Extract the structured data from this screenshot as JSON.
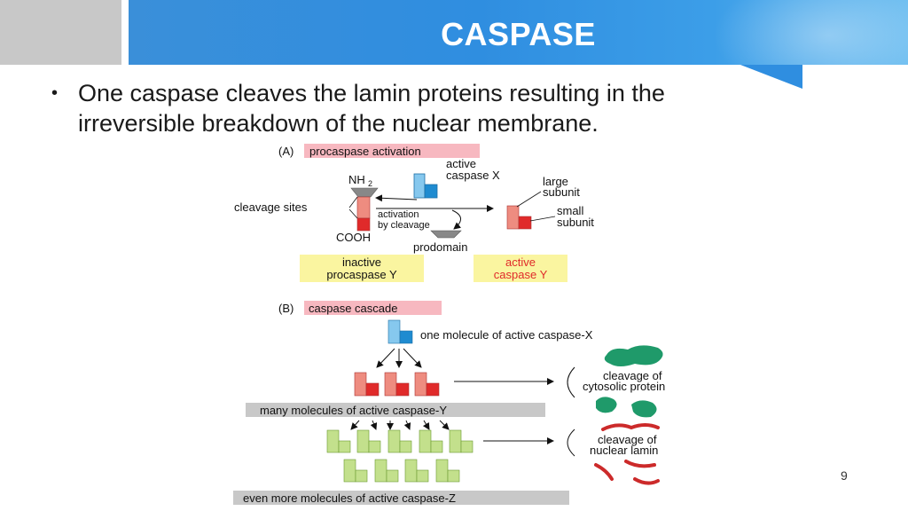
{
  "slide": {
    "title": "CASPASE",
    "bullet": "One caspase cleaves the lamin proteins resulting in the irreversible breakdown of the nuclear membrane.",
    "bullet_marker": "•",
    "page_number": "9"
  },
  "figure": {
    "panel_a": {
      "label": "(A)",
      "title": "procaspase activation",
      "active_caspase_x_line1": "active",
      "active_caspase_x_line2": "caspase X",
      "nh2": "NH",
      "nh2_sub": "2",
      "cleavage_sites": "cleavage sites",
      "activation_line1": "activation",
      "activation_line2": "by cleavage",
      "cooh": "COOH",
      "prodomain": "prodomain",
      "large_line1": "large",
      "large_line2": "subunit",
      "small_line1": "small",
      "small_line2": "subunit",
      "inactive_line1": "inactive",
      "inactive_line2": "procaspase Y",
      "active_y_line1": "active",
      "active_y_line2": "caspase Y"
    },
    "panel_b": {
      "label": "(B)",
      "title": "caspase cascade",
      "one_molecule": "one molecule of active caspase-X",
      "many_molecules": "many molecules of active caspase-Y",
      "even_more": "even more molecules of active caspase-Z",
      "cytosolic_line1": "cleavage of",
      "cytosolic_line2": "cytosolic protein",
      "lamin_line1": "cleavage of",
      "lamin_line2": "nuclear lamin"
    }
  },
  "colors": {
    "header_blue": "#2f8ee0",
    "caspase_x_light": "#86c8ee",
    "caspase_x_dark": "#1f8bd0",
    "caspase_y_light": "#ee8c80",
    "caspase_y_dark": "#e02a2a",
    "caspase_z_light": "#c3e08c",
    "caspase_z_dark": "#8bbd4a",
    "pink_label": "#f7b8c0",
    "yellow_label": "#faf5a0",
    "gray_label": "#c8c8c8",
    "cytosolic_green": "#1f9a6a",
    "lamin_red": "#cc2a2a"
  }
}
